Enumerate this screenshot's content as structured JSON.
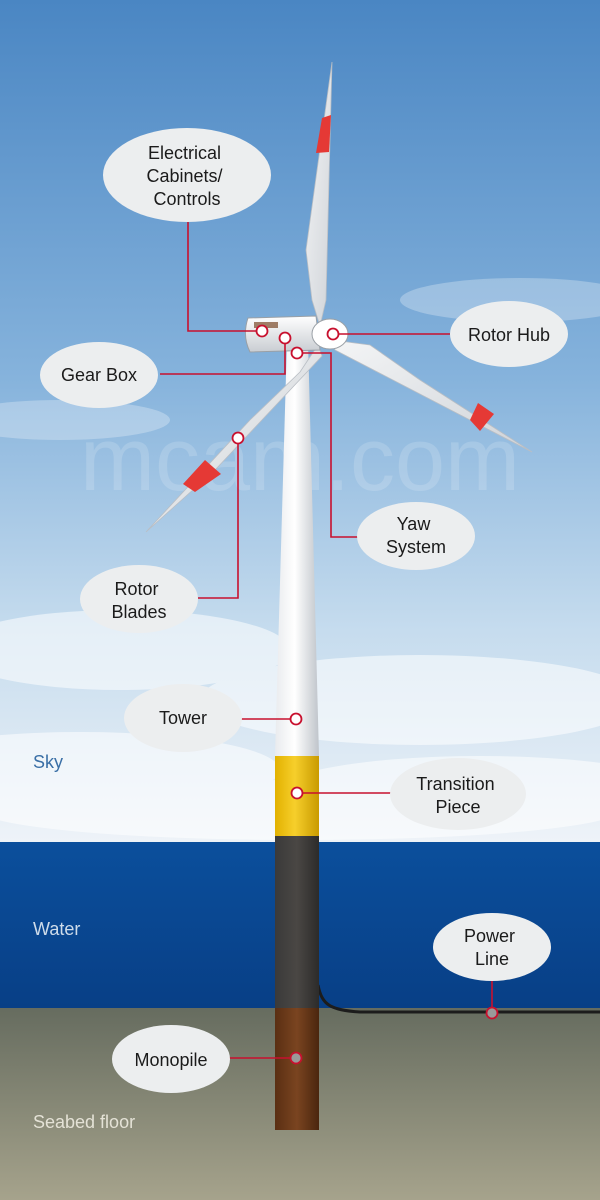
{
  "watermark": "mcam.com",
  "zones": {
    "sky": "Sky",
    "water": "Water",
    "seabed": "Seabed floor"
  },
  "labels": {
    "electrical": [
      "Electrical",
      "Cabinets/",
      "Controls"
    ],
    "rotor_hub": [
      "Rotor Hub"
    ],
    "gear_box": [
      "Gear Box"
    ],
    "yaw_system": [
      "Yaw",
      "System"
    ],
    "rotor_blades": [
      "Rotor",
      "Blades"
    ],
    "tower": [
      "Tower"
    ],
    "transition_piece": [
      "Transition",
      "Piece"
    ],
    "power_line": [
      "Power",
      "Line"
    ],
    "monopile": [
      "Monopile"
    ]
  },
  "colors": {
    "sky_top": "#4a87c4",
    "sky_bottom": "#e9f0f6",
    "water": "#0a4a96",
    "seabed_top": "#6f7566",
    "seabed_bottom": "#a3a08a",
    "transition": "#f1c40f",
    "monopile": "#6b3a1a",
    "blade_tip": "#e53935",
    "leader": "#c8102e"
  }
}
